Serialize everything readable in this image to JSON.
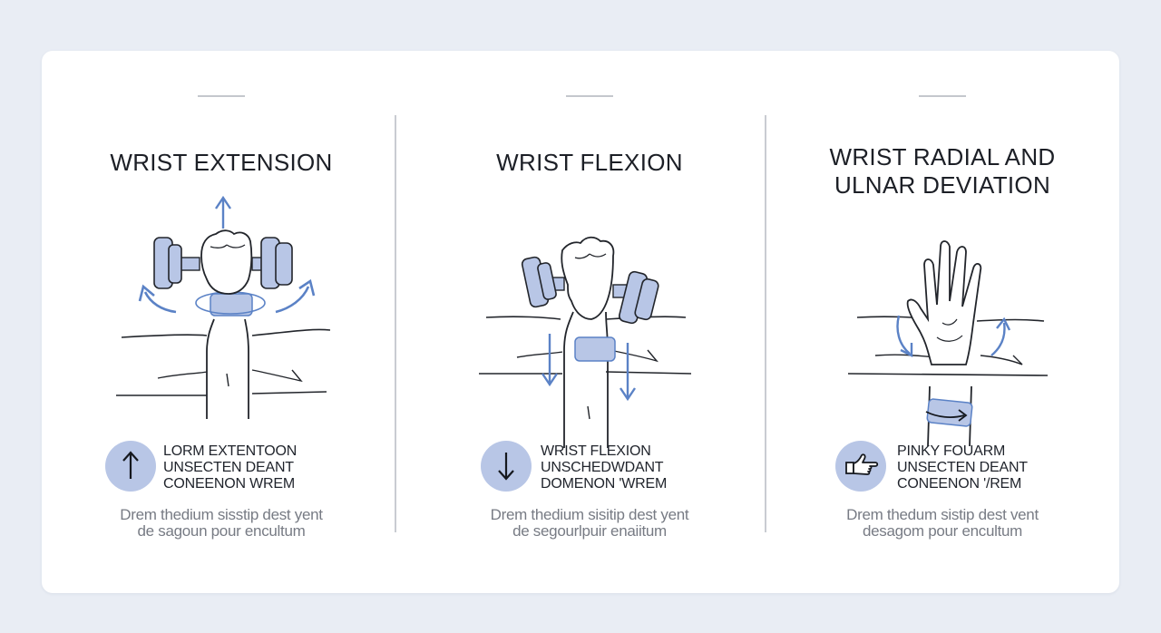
{
  "panels": [
    {
      "title_lines": [
        "WRIST EXTENSION"
      ],
      "badge_icon": "arrow-up-icon",
      "caption_lines": [
        "LORM EXTENTOON",
        "UNSECTEN DEANT",
        "CONEENON WREM"
      ],
      "desc_lines": [
        "Drem thedium sisstip dest yent",
        "de sagoun pour encultum"
      ]
    },
    {
      "title_lines": [
        "WRIST FLEXION"
      ],
      "badge_icon": "arrow-down-icon",
      "caption_lines": [
        "WRIST FLEXION",
        "UNSCHEDWDANT",
        "DOMENON 'WREM"
      ],
      "desc_lines": [
        "Drem thedium sisitip dest yent",
        "de segourlpuir enaiitum"
      ]
    },
    {
      "title_lines": [
        "WRIST RADIAL AND",
        "ULNAR DEVIATION"
      ],
      "badge_icon": "pointing-hand-icon",
      "caption_lines": [
        "PINKY FOUARM",
        "UNSECTEN DEANT",
        "CONEENON '/REM"
      ],
      "desc_lines": [
        "Drem thedum sistip dest vent",
        "desagom pour encultum"
      ]
    }
  ],
  "colors": {
    "background": "#e9edf4",
    "card": "#ffffff",
    "accent_blue": "#5b82c6",
    "fill_blue": "#b8c6e6",
    "line": "#22252b",
    "muted_text": "#777b84"
  }
}
